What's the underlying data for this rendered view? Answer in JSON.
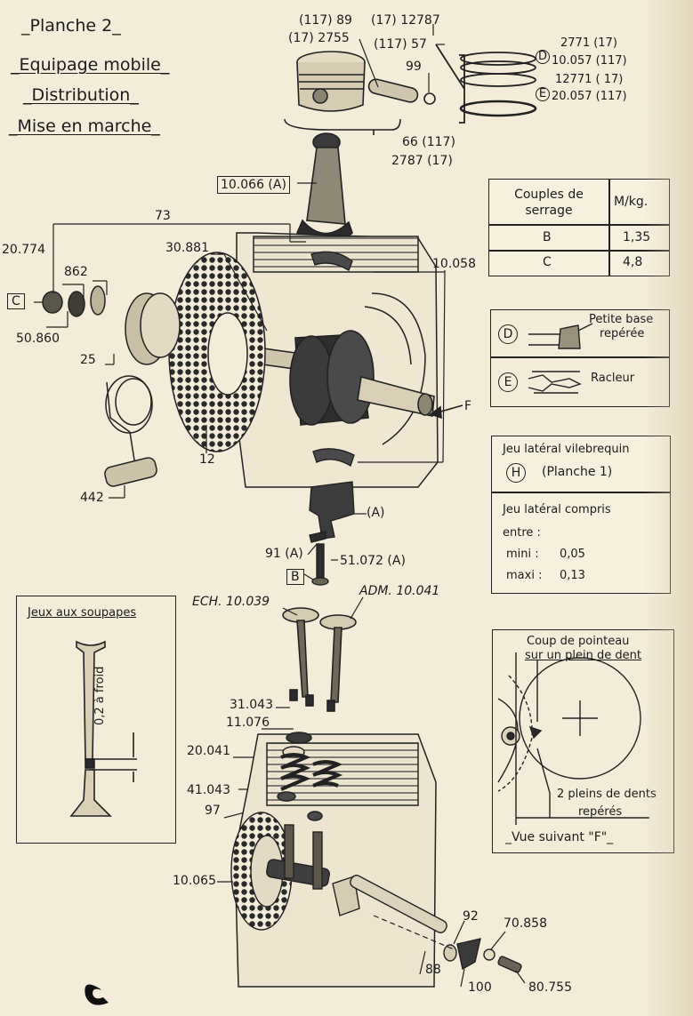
{
  "headings": [
    "_Planche 2_",
    "_Equipage mobile_",
    "_Distribution_",
    "_Mise en marche_"
  ],
  "piston_refs": {
    "pin_a": "(117) 89",
    "pin_b": "(17) 2755",
    "clip_a": "(17) 12787",
    "clip_b": "(117) 57",
    "circlip": "99",
    "assembly_a": "66 (117)",
    "assembly_b": "2787 (17)"
  },
  "ring_refs": {
    "d_letter": "D",
    "d_top": "2771 (17)",
    "d_bottom": "10.057 (117)",
    "e_letter": "E",
    "e_top": "12771 ( 17)",
    "e_bottom": "20.057 (117)"
  },
  "crank_refs": {
    "rod": "10.066 (A)",
    "r73": "73",
    "r20774": "20.774",
    "r30881": "30.881",
    "r10058": "10.058",
    "r862": "862",
    "c_letter": "C",
    "r50860": "50.860",
    "r25": "25",
    "r12": "12",
    "r442": "442",
    "arrow_f": "F",
    "cap_a": "(A)",
    "r91": "91 (A)",
    "b_letter": "B",
    "r51072": "51.072 (A)"
  },
  "torque_table": {
    "header_part": "Couples de serrage",
    "header_unit": "M/kg.",
    "rows": [
      {
        "part": "B",
        "value": "1,35"
      },
      {
        "part": "C",
        "value": "4,8"
      }
    ]
  },
  "ring_legend": {
    "d_letter": "D",
    "d_text_1": "Petite base",
    "d_text_2": "repérée",
    "e_letter": "E",
    "e_text": "Racleur"
  },
  "endplay_box": {
    "title": "Jeu latéral vilebrequin",
    "h_letter": "H",
    "ref": "(Planche 1)",
    "line1": "Jeu latéral compris",
    "line2": "entre :",
    "mini_label": "mini :",
    "mini_value": "0,05",
    "maxi_label": "maxi :",
    "maxi_value": "0,13"
  },
  "valve_box": {
    "title": "Jeux aux soupapes",
    "clearance": "0,2 à froid"
  },
  "valve_refs": {
    "exhaust": "ECH. 10.039",
    "intake": "ADM. 10.041",
    "r31043": "31.043",
    "r11076": "11.076",
    "r20041": "20.041",
    "r41043": "41.043",
    "r97": "97",
    "r10065": "10.065",
    "r92": "92",
    "r70858": "70.858",
    "r88": "88",
    "r100": "100",
    "r80755": "80.755"
  },
  "timing_view": {
    "note_1": "Coup de pointeau",
    "note_2": "sur un plein de dent",
    "note_3": "2 pleins de dents",
    "note_4": "repérés",
    "caption": "_Vue suivant \"F\"_"
  }
}
